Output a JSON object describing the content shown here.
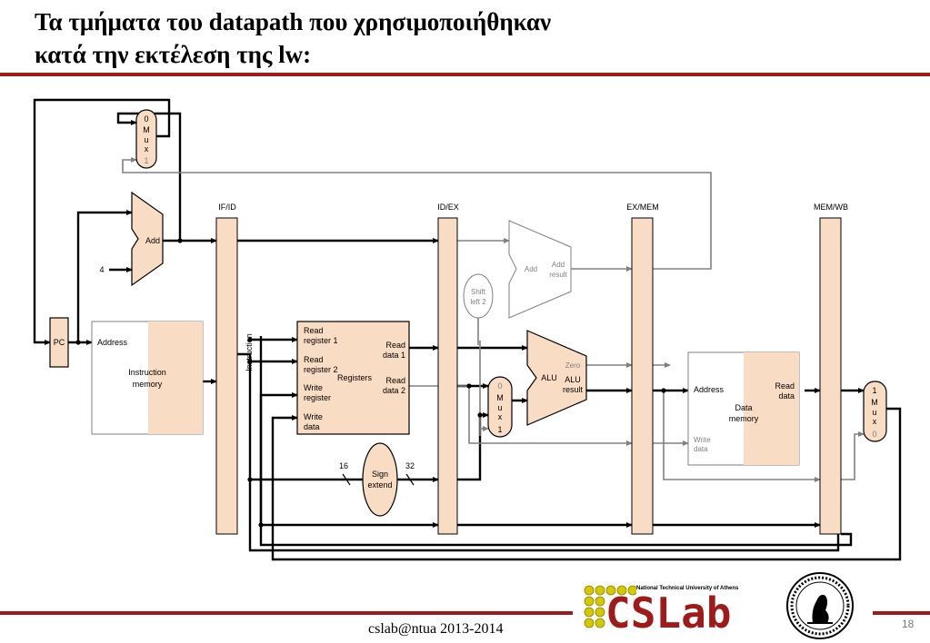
{
  "title": {
    "line1": "Τα τμήματα του datapath που χρησιμοποιήθηκαν",
    "line2": "κατά την εκτέλεση της lw:"
  },
  "colors": {
    "accent": "#a11a1a",
    "fill": "#f9dcc4",
    "stroke_light": "#808080"
  },
  "pipeline_registers": [
    "IF/ID",
    "ID/EX",
    "EX/MEM",
    "MEM/WB"
  ],
  "mux_if": {
    "top": "0",
    "m": "M",
    "u": "u",
    "x": "x",
    "bottom": "1"
  },
  "mux_alu": {
    "top": "0",
    "m": "M",
    "u": "u",
    "x": "x",
    "bottom": "1"
  },
  "mux_wb": {
    "top": "1",
    "m": "M",
    "u": "u",
    "x": "x",
    "bottom": "0"
  },
  "pc": "PC",
  "adder_pc": "Add",
  "constant_four": "4",
  "instruction_memory": {
    "address": "Address",
    "label1": "Instruction",
    "label2": "memory"
  },
  "instruction_label": "Instruction",
  "registers": {
    "read_reg1_a": "Read",
    "read_reg1_b": "register 1",
    "read_reg2_a": "Read",
    "read_reg2_b": "register 2",
    "write_reg_a": "Write",
    "write_reg_b": "register",
    "write_data_a": "Write",
    "write_data_b": "data",
    "read_data1_a": "Read",
    "read_data1_b": "data 1",
    "read_data2_a": "Read",
    "read_data2_b": "data 2",
    "name": "Registers"
  },
  "shift_left": {
    "line1": "Shift",
    "line2": "left 2"
  },
  "branch_adder": {
    "add": "Add",
    "result1": "Add",
    "result2": "result"
  },
  "alu": {
    "name": "ALU",
    "zero": "Zero",
    "result1": "ALU",
    "result2": "result"
  },
  "sign_extend": {
    "line1": "Sign",
    "line2": "extend",
    "in_width": "16",
    "out_width": "32"
  },
  "data_memory": {
    "address": "Address",
    "read1": "Read",
    "read2": "data",
    "name1": "Data",
    "name2": "memory",
    "write1": "Write",
    "write2": "data"
  },
  "footer": {
    "text": "cslab@ntua 2013-2014",
    "page": "18"
  },
  "logo": {
    "text": "CSLab",
    "university": "National Technical University of Athens"
  }
}
